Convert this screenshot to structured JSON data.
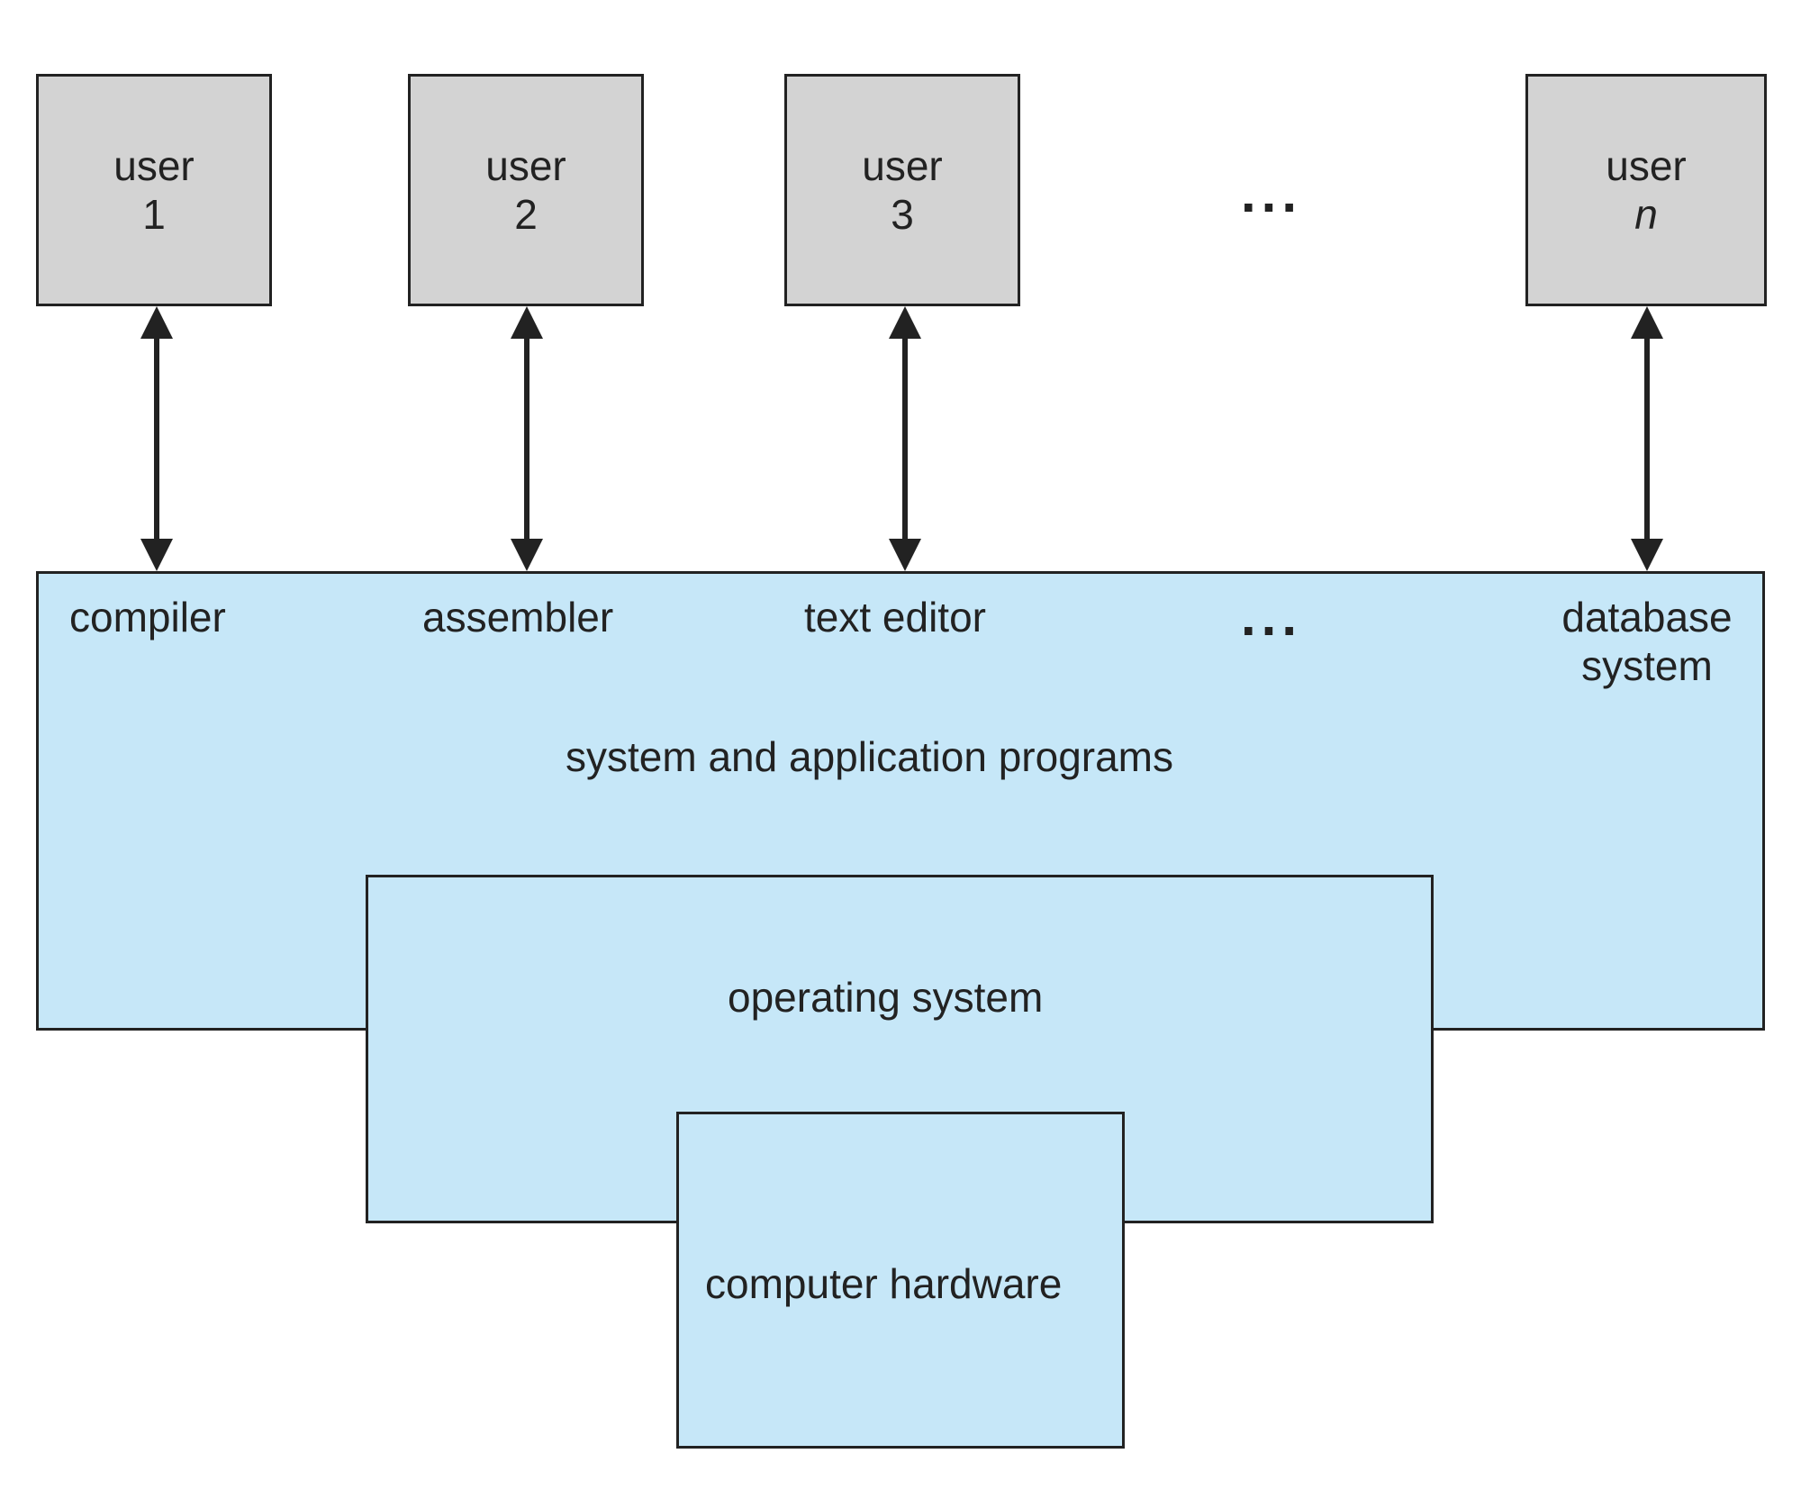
{
  "users": [
    {
      "line1": "user",
      "line2": "1",
      "italic": false
    },
    {
      "line1": "user",
      "line2": "2",
      "italic": false
    },
    {
      "line1": "user",
      "line2": "3",
      "italic": false
    },
    {
      "line1": "user",
      "line2": "n",
      "italic": true
    }
  ],
  "ellipsis": "...",
  "programs": {
    "compiler": "compiler",
    "assembler": "assembler",
    "text_editor": "text editor",
    "database_line1": "database",
    "database_line2": "system",
    "layer_label": "system and application programs"
  },
  "operating_system": "operating system",
  "hardware": "computer hardware",
  "colors": {
    "user_fill": "#d3d3d3",
    "layer_fill": "#c6e7f8",
    "stroke": "#222222"
  }
}
